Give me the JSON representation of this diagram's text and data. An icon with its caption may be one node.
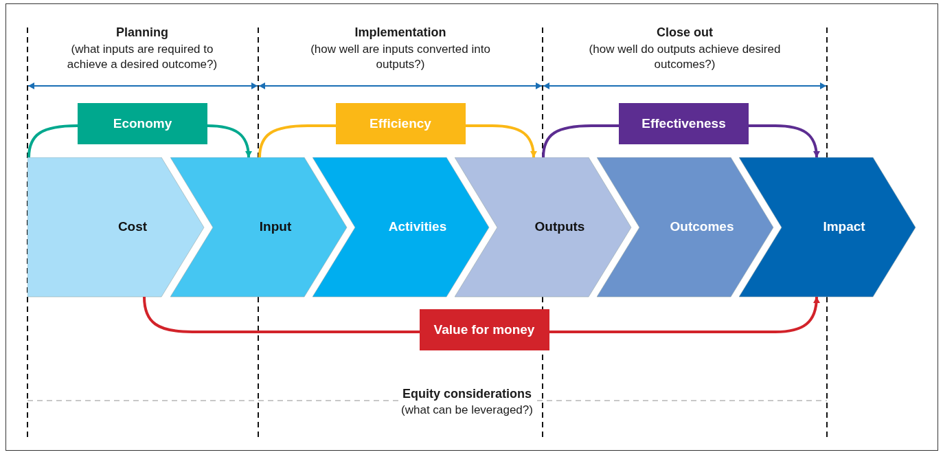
{
  "diagram": {
    "nodes": [
      {
        "text": [
          "Cost"
        ]
      },
      {
        "text": [
          "Input"
        ]
      },
      {
        "text": [
          "Activities"
        ]
      },
      {
        "text": [
          "Outputs"
        ]
      },
      {
        "text": [
          "Outcomes"
        ]
      },
      {
        "text": [
          "Impact"
        ]
      }
    ],
    "edges": [
      {
        "from": 0,
        "to": 1,
        "arrow": "to",
        "label": "Economy",
        "color": "#00a88e"
      },
      {
        "from": 1,
        "to": 3,
        "arrow": "to",
        "label": "Efficiency",
        "color": "#fbb816"
      },
      {
        "from": 3,
        "to": 5,
        "arrow": "to",
        "label": "Effectiveness",
        "color": "#5c2d91"
      },
      {
        "from": 0,
        "to": 5,
        "arrow": "to",
        "label": "Value for money",
        "color": "#d2232a"
      }
    ],
    "labels": [
      "Planning",
      "(what inputs are required to achieve a desired outcome?)",
      "Implementation",
      "(how well are inputs converted into outputs?)",
      "Close out",
      "(how well do outputs achieve desired outcomes?)",
      "Equity considerations",
      "(what can be leveraged?)"
    ]
  }
}
